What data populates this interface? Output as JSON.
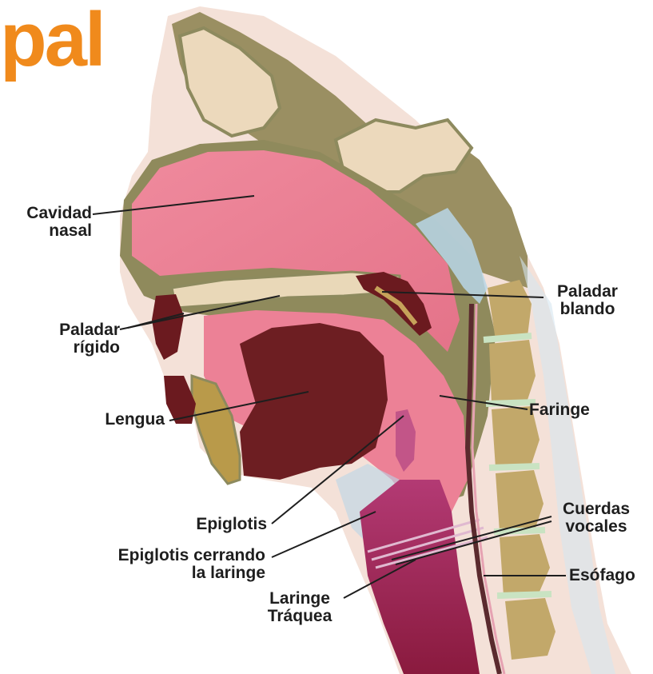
{
  "title": "pal",
  "labels": {
    "cavidad_nasal": [
      "Cavidad",
      "nasal"
    ],
    "paladar_rigido": [
      "Paladar",
      "rígido"
    ],
    "lengua": [
      "Lengua"
    ],
    "epiglotis": [
      "Epiglotis"
    ],
    "epiglotis_cerrando": [
      "Epiglotis cerrando",
      "la laringe"
    ],
    "laringe_traquea": [
      "Laringe",
      "Tráquea"
    ],
    "paladar_blando": [
      "Paladar",
      "blando"
    ],
    "faringe": [
      "Faringe"
    ],
    "cuerdas_vocales": [
      "Cuerdas",
      "vocales"
    ],
    "esofago": [
      "Esófago"
    ]
  },
  "colors": {
    "title": "#f08a1c",
    "bone": "#e9d8b8",
    "tissue": "#8d8a5e",
    "cavity": "#eb8295",
    "tongue": "#6e1f22",
    "larynx": "#b23a6a",
    "airway": "#b9d6e8",
    "spine": "#c9e3c2"
  }
}
